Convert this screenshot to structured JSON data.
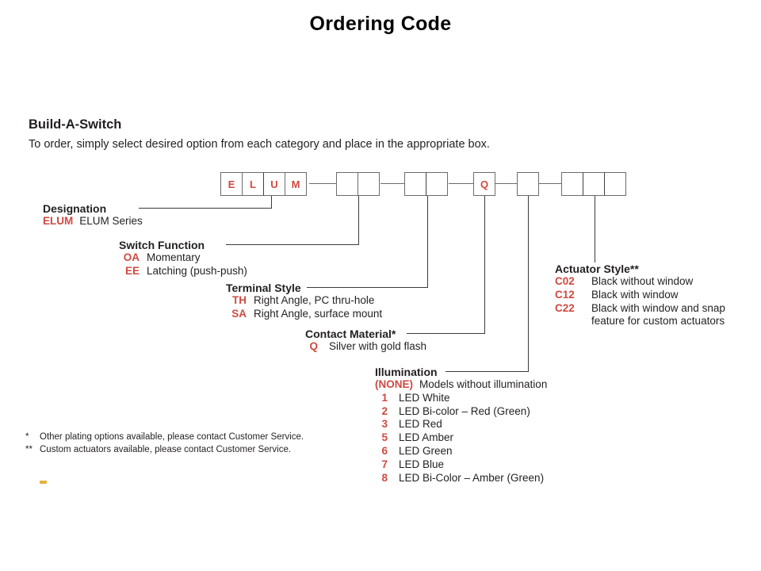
{
  "page": {
    "title": "Ordering Code",
    "heading": "Build-A-Switch",
    "subtitle": "To order, simply select desired option from each category and place in the appropriate box.",
    "accent_red": "#cf4a40",
    "line_color": "#3b3b3b",
    "box_border": "#6b6b6b"
  },
  "code_strip": {
    "groups": [
      {
        "name": "designation",
        "cells": [
          "E",
          "L",
          "U",
          "M"
        ]
      },
      {
        "name": "switch-function",
        "cells": [
          "",
          ""
        ]
      },
      {
        "name": "terminal-style",
        "cells": [
          "",
          ""
        ]
      },
      {
        "name": "contact-material",
        "cells": [
          "Q"
        ]
      },
      {
        "name": "illumination",
        "cells": [
          ""
        ]
      },
      {
        "name": "actuator-style",
        "cells": [
          "",
          "",
          ""
        ]
      }
    ]
  },
  "callouts": {
    "designation": {
      "title": "Designation",
      "options": [
        {
          "code": "ELUM",
          "desc": "ELUM Series"
        }
      ]
    },
    "switch_function": {
      "title": "Switch Function",
      "options": [
        {
          "code": "OA",
          "desc": "Momentary"
        },
        {
          "code": "EE",
          "desc": "Latching (push-push)"
        }
      ]
    },
    "terminal_style": {
      "title": "Terminal Style",
      "options": [
        {
          "code": "TH",
          "desc": "Right Angle, PC thru-hole"
        },
        {
          "code": "SA",
          "desc": "Right Angle, surface mount"
        }
      ]
    },
    "contact_material": {
      "title": "Contact Material*",
      "options": [
        {
          "code": "Q",
          "desc": "Silver with gold flash"
        }
      ]
    },
    "illumination": {
      "title": "Illumination",
      "options": [
        {
          "code": "(NONE)",
          "desc": "Models without illumination"
        },
        {
          "code": "1",
          "desc": "LED White"
        },
        {
          "code": "2",
          "desc": "LED Bi-color – Red (Green)"
        },
        {
          "code": "3",
          "desc": "LED Red"
        },
        {
          "code": "5",
          "desc": "LED Amber"
        },
        {
          "code": "6",
          "desc": "LED Green"
        },
        {
          "code": "7",
          "desc": "LED Blue"
        },
        {
          "code": "8",
          "desc": "LED Bi-Color – Amber (Green)"
        }
      ]
    },
    "actuator_style": {
      "title": "Actuator Style**",
      "options": [
        {
          "code": "C02",
          "desc": "Black without window"
        },
        {
          "code": "C12",
          "desc": "Black with window"
        },
        {
          "code": "C22",
          "desc": "Black with window and snap"
        }
      ],
      "continuation": "feature for custom actuators"
    }
  },
  "footnotes": [
    {
      "mark": "*",
      "text": "Other plating options available, please contact Customer Service."
    },
    {
      "mark": "**",
      "text": "Custom actuators available, please contact Customer Service."
    }
  ]
}
